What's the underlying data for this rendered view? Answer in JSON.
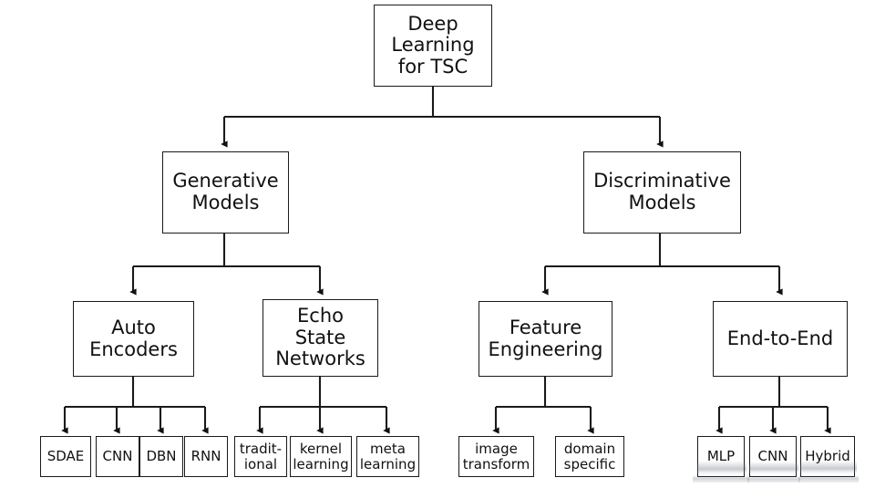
{
  "diagram": {
    "title": "Deep Learning for TSC taxonomy",
    "type": "tree",
    "background_color": "#ffffff",
    "line_color": "#1a1a1a",
    "box_border_color": "#1a1a1a",
    "nodes": {
      "root": {
        "label": "Deep\nLearning\nfor TSC"
      },
      "generative": {
        "label": "Generative\nModels"
      },
      "discriminative": {
        "label": "Discriminative\nModels"
      },
      "auto_encoders": {
        "label": "Auto\nEncoders"
      },
      "echo_state": {
        "label": "Echo\nState\nNetworks"
      },
      "feature_engineering": {
        "label": "Feature\nEngineering"
      },
      "end_to_end": {
        "label": "End-to-End"
      },
      "sdae": {
        "label": "SDAE"
      },
      "cnn_ae": {
        "label": "CNN"
      },
      "dbn": {
        "label": "DBN"
      },
      "rnn": {
        "label": "RNN"
      },
      "traditional": {
        "label": "tradit-\nional"
      },
      "kernel_learning": {
        "label": "kernel\nlearning"
      },
      "meta_learning": {
        "label": "meta\nlearning"
      },
      "image_transform": {
        "label": "image\ntransform"
      },
      "domain_specific": {
        "label": "domain\nspecific"
      },
      "mlp": {
        "label": "MLP"
      },
      "cnn_e2e": {
        "label": "CNN"
      },
      "hybrid": {
        "label": "Hybrid"
      }
    },
    "edges": [
      {
        "from": "root",
        "to": "generative"
      },
      {
        "from": "root",
        "to": "discriminative"
      },
      {
        "from": "generative",
        "to": "auto_encoders"
      },
      {
        "from": "generative",
        "to": "echo_state"
      },
      {
        "from": "discriminative",
        "to": "feature_engineering"
      },
      {
        "from": "discriminative",
        "to": "end_to_end"
      },
      {
        "from": "auto_encoders",
        "to": "sdae"
      },
      {
        "from": "auto_encoders",
        "to": "cnn_ae"
      },
      {
        "from": "auto_encoders",
        "to": "dbn"
      },
      {
        "from": "auto_encoders",
        "to": "rnn"
      },
      {
        "from": "echo_state",
        "to": "traditional"
      },
      {
        "from": "echo_state",
        "to": "kernel_learning"
      },
      {
        "from": "echo_state",
        "to": "meta_learning"
      },
      {
        "from": "feature_engineering",
        "to": "image_transform"
      },
      {
        "from": "feature_engineering",
        "to": "domain_specific"
      },
      {
        "from": "end_to_end",
        "to": "mlp"
      },
      {
        "from": "end_to_end",
        "to": "cnn_e2e"
      },
      {
        "from": "end_to_end",
        "to": "hybrid"
      }
    ]
  }
}
